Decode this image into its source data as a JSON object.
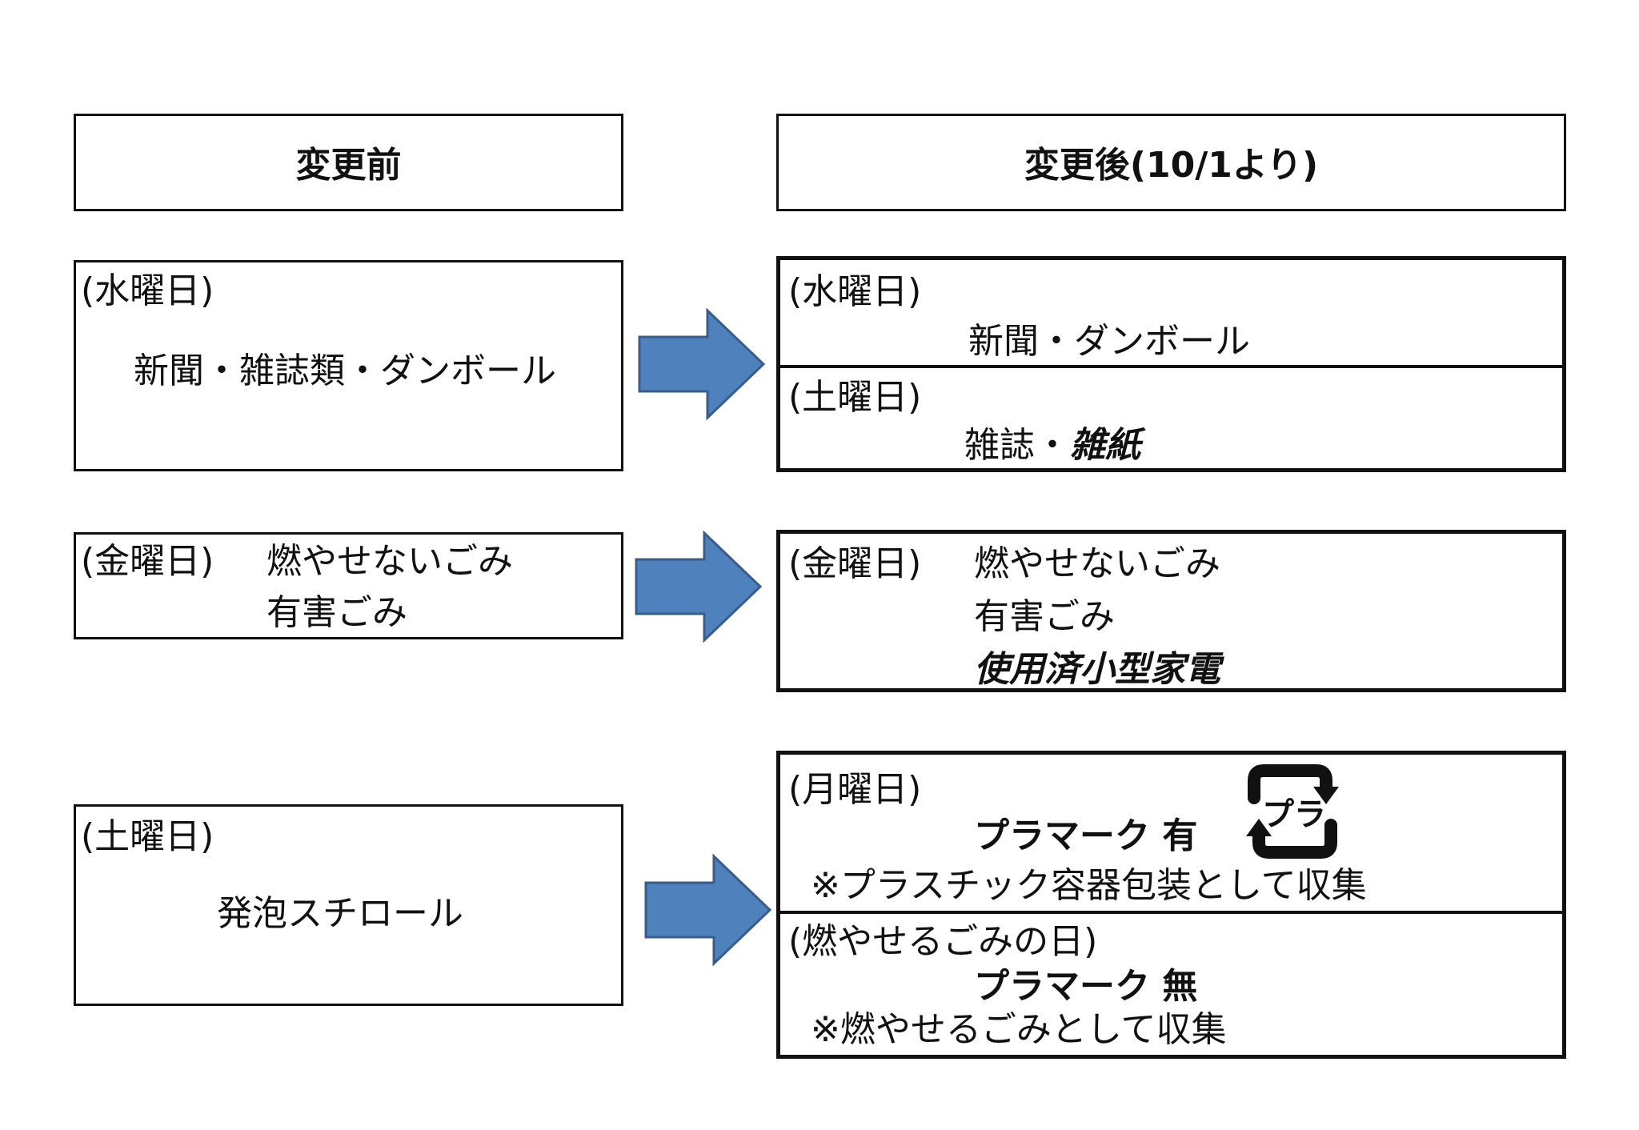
{
  "headers": {
    "before": "変更前",
    "after": "変更後(10/1より)"
  },
  "rows": [
    {
      "before": {
        "day": "(水曜日)",
        "items": "新聞・雑誌類・ダンボール"
      },
      "after": [
        {
          "day": "(水曜日)",
          "items": "新聞・ダンボール"
        },
        {
          "day": "(土曜日)",
          "items_plain": "雑誌・",
          "items_emphasis": "雑紙"
        }
      ]
    },
    {
      "before": {
        "day": "(金曜日)",
        "line1": "燃やせないごみ",
        "line2": "有害ごみ"
      },
      "after": {
        "day": "(金曜日)",
        "line1": "燃やせないごみ",
        "line2": "有害ごみ",
        "line3_emphasis": "使用済小型家電"
      }
    },
    {
      "before": {
        "day": "(土曜日)",
        "items": "発泡スチロール"
      },
      "after": [
        {
          "day": "(月曜日)",
          "mark": "プラマーク 有",
          "note": "※プラスチック容器包装として収集",
          "icon": "pla-recycle-mark-icon",
          "icon_label": "プラ"
        },
        {
          "day": "(燃やせるごみの日)",
          "mark": "プラマーク 無",
          "note": "※燃やせるごみとして収集"
        }
      ]
    }
  ],
  "colors": {
    "arrow_fill": "#4F81BD",
    "arrow_stroke": "#385D8A",
    "border": "#111111"
  }
}
